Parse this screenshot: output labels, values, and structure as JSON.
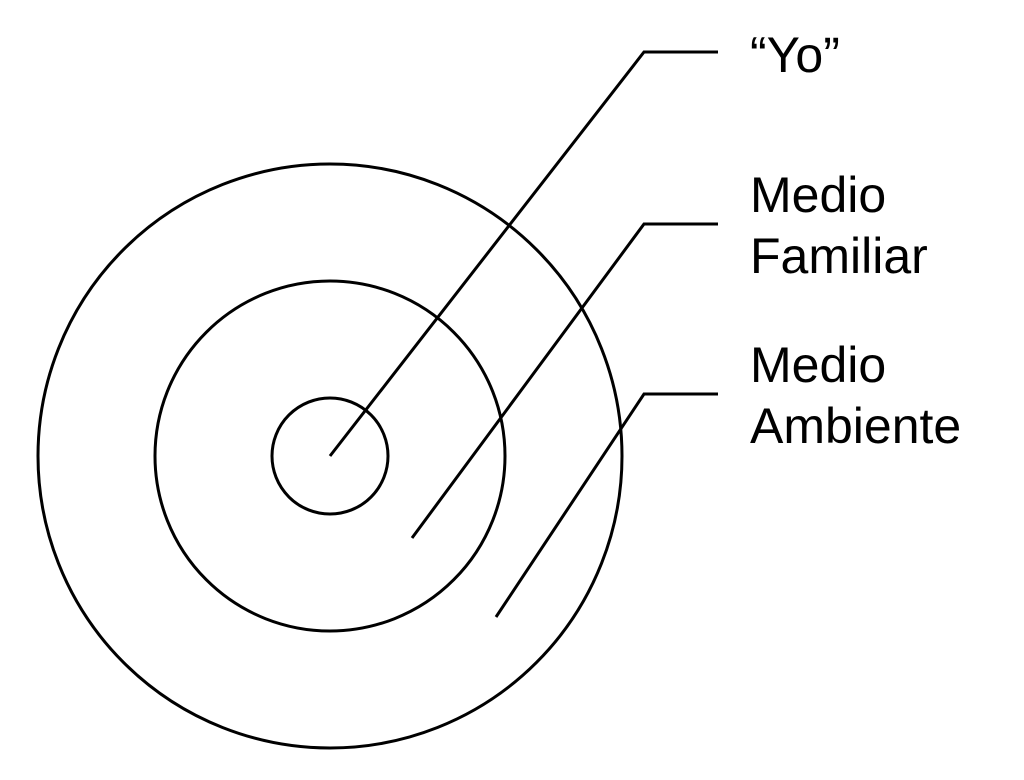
{
  "diagram": {
    "labels": {
      "self": "“Yo”",
      "family_line1": "Medio",
      "family_line2": "Familiar",
      "environment_line1": "Medio",
      "environment_line2": "Ambiente"
    },
    "colors": {
      "stroke": "#000000",
      "text": "#000000",
      "background": "#ffffff"
    }
  }
}
